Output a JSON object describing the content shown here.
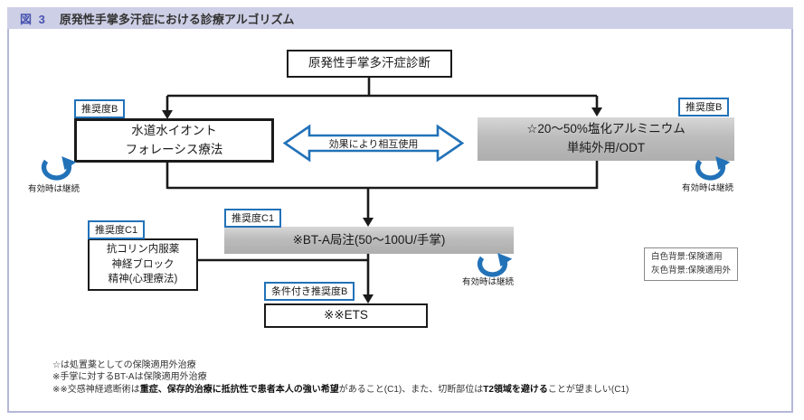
{
  "header": {
    "figure_label": "図 3",
    "title": "原発性手掌多汗症における診療アルゴリズム"
  },
  "flowchart": {
    "diagnosis_box": "原発性手掌多汗症診断",
    "iontophoresis_box": {
      "grade": "推奨度B",
      "line1": "水道水イオント",
      "line2": "フォレーシス療法"
    },
    "aluminum_box": {
      "grade": "推奨度B",
      "line1": "☆20〜50%塩化アルミニウム",
      "line2": "単純外用/ODT"
    },
    "mutual_use_arrow": "効果により相互使用",
    "bta_box": {
      "grade": "推奨度C1",
      "label": "※BT-A局注(50〜100U/手掌)"
    },
    "anticholinergic_box": {
      "grade": "推奨度C1",
      "line1": "抗コリン内服薬",
      "line2": "神経ブロック",
      "line3": "精神(心理療法)"
    },
    "ets_box": {
      "grade": "条件付き推奨度B",
      "label": "※※ETS"
    },
    "continue_caption": "有効時は継続"
  },
  "legend": {
    "line1": "白色背景:保険適用",
    "line2": "灰色背景:保険適用外"
  },
  "footnotes": {
    "note1": "☆は処置薬としての保険適用外治療",
    "note2": "※手掌に対するBT-Aは保険適用外治療",
    "note3_pre": "※※交感神経遮断術は",
    "note3_bold1": "重症、保存的治療に抵抗性で患者本人の強い希望",
    "note3_mid": "があること(C1)、また、切断部位は",
    "note3_bold2": "T2領域を避ける",
    "note3_post": "ことが望ましい(C1)"
  },
  "colors": {
    "accent_blue": "#2272b8",
    "header_bg": "#cdcfe6",
    "figure_label_blue": "#4854b0",
    "frame_border": "#b5b8d8",
    "gray_box_fill": "#b8b8b8",
    "line_black": "#1a1a1a"
  }
}
